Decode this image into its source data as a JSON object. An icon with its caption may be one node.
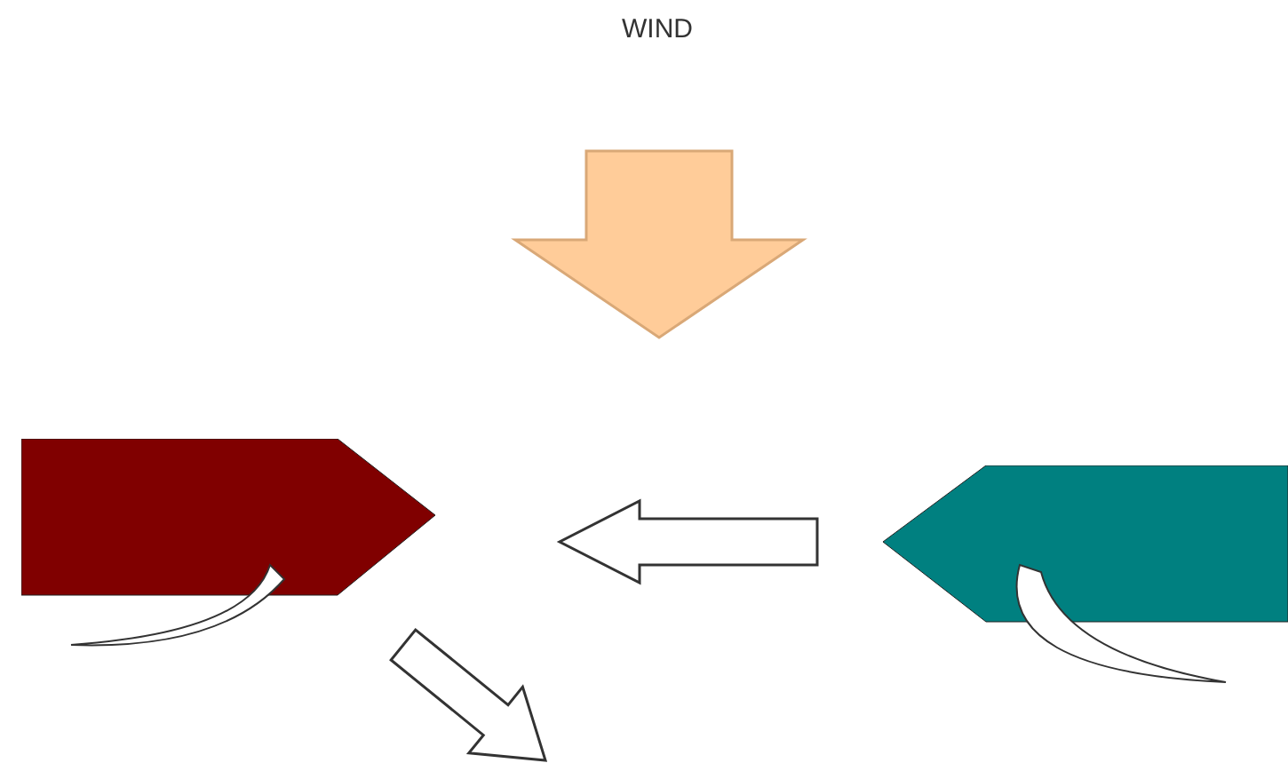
{
  "diagram": {
    "nodes": [
      {
        "text": [],
        "shape": "pentagon"
      },
      {
        "text": [],
        "shape": "pentagon"
      }
    ],
    "edges": [
      {
        "from": 1,
        "to": 0,
        "arrow": "to",
        "style": "thick"
      },
      {
        "from": 0,
        "to": null,
        "arrow": "to",
        "style": "thick"
      }
    ],
    "labels": [
      "WIND"
    ]
  }
}
